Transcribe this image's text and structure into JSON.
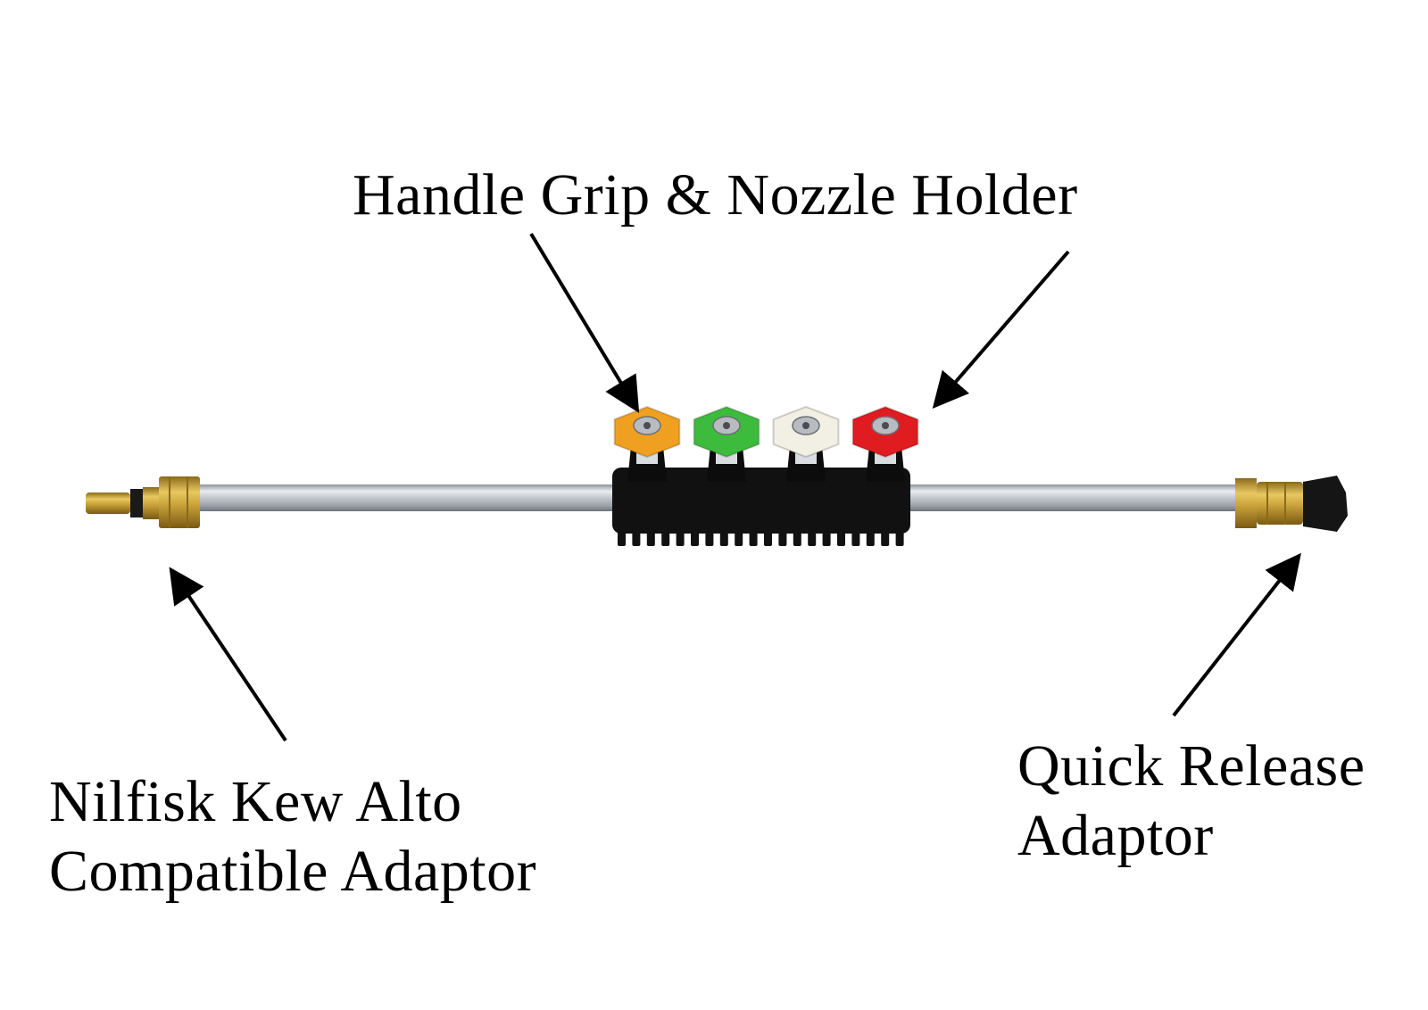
{
  "labels": {
    "handle_grip": "Handle Grip & Nozzle Holder",
    "nilfisk_line1": "Nilfisk Kew Alto",
    "nilfisk_line2": "Compatible Adaptor",
    "quick_release_line1": "Quick Release",
    "quick_release_line2": "Adaptor"
  },
  "nozzles": [
    {
      "color": "#f0a020",
      "name": "yellow-nozzle"
    },
    {
      "color": "#3dbb3d",
      "name": "green-nozzle"
    },
    {
      "color": "#f2f0e4",
      "name": "white-nozzle"
    },
    {
      "color": "#e01c20",
      "name": "red-nozzle"
    }
  ],
  "colors": {
    "brass": "#c9a23a",
    "lance_steel": "#c8ccd2",
    "holder_black": "#111111",
    "arrow": "#000000"
  }
}
